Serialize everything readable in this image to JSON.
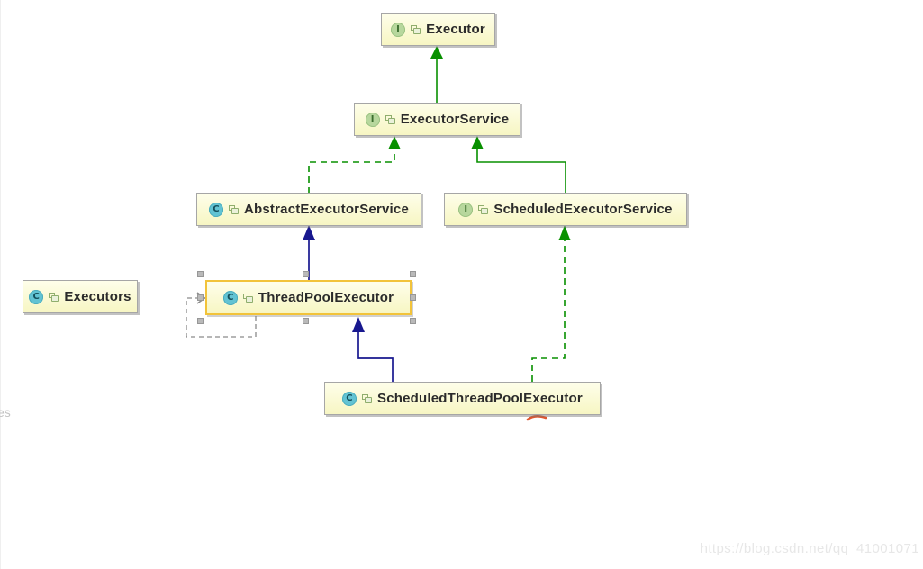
{
  "diagram": {
    "nodes": {
      "executor": {
        "label": "Executor",
        "stereotype": "interface"
      },
      "executor_service": {
        "label": "ExecutorService",
        "stereotype": "interface"
      },
      "abstract_executor_service": {
        "label": "AbstractExecutorService",
        "stereotype": "class"
      },
      "scheduled_executor_service": {
        "label": "ScheduledExecutorService",
        "stereotype": "interface"
      },
      "executors": {
        "label": "Executors",
        "stereotype": "class"
      },
      "thread_pool_executor": {
        "label": "ThreadPoolExecutor",
        "stereotype": "class",
        "selected": true
      },
      "scheduled_thread_pool_executor": {
        "label": "ScheduledThreadPoolExecutor",
        "stereotype": "class"
      }
    },
    "icon_letters": {
      "interface": "I",
      "class": "C"
    },
    "edges": [
      {
        "from": "ExecutorService",
        "to": "Executor",
        "type": "extends",
        "style": "solid-green"
      },
      {
        "from": "AbstractExecutorService",
        "to": "ExecutorService",
        "type": "implements",
        "style": "dashed-green"
      },
      {
        "from": "ScheduledExecutorService",
        "to": "ExecutorService",
        "type": "extends",
        "style": "solid-green"
      },
      {
        "from": "ThreadPoolExecutor",
        "to": "AbstractExecutorService",
        "type": "extends",
        "style": "solid-navy"
      },
      {
        "from": "ScheduledThreadPoolExecutor",
        "to": "ThreadPoolExecutor",
        "type": "extends",
        "style": "solid-navy"
      },
      {
        "from": "ScheduledThreadPoolExecutor",
        "to": "ScheduledExecutorService",
        "type": "implements",
        "style": "dashed-green"
      },
      {
        "from": "ThreadPoolExecutor",
        "to": "ThreadPoolExecutor",
        "type": "dependency",
        "style": "dashed-gray"
      }
    ],
    "selection": {
      "selected_node": "ThreadPoolExecutor"
    },
    "colors": {
      "green": "#089000",
      "navy": "#18188f",
      "gray": "#8a8a8a",
      "selection_border": "#f2c33a",
      "node_fill_top": "#fefeea",
      "node_fill_bottom": "#f7f6c3",
      "annotation_orange": "#df572f"
    }
  },
  "page": {
    "watermark": "https://blog.csdn.net/qq_41001071",
    "left_edge_text_fragment": "es"
  }
}
